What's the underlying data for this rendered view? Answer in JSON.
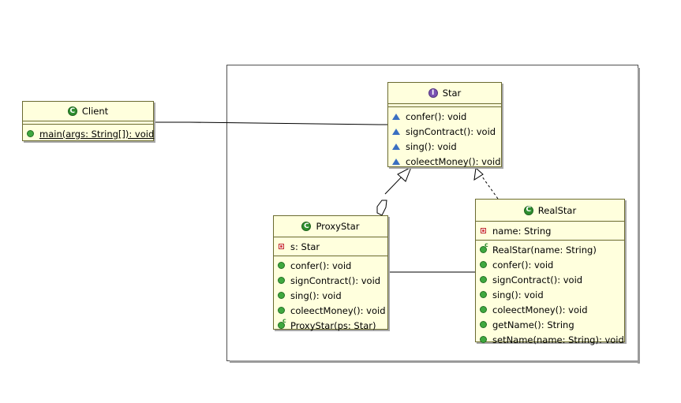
{
  "colors": {
    "class_fill": "#ffffdd",
    "class_border": "#6b6b30",
    "public_icon": "#3fa83f",
    "package_icon": "#3a6fc1",
    "private_icon": "#c02b2b",
    "class_badge": "#2f8f2f",
    "interface_badge": "#7a52b3"
  },
  "client": {
    "name": "Client",
    "badge_letter": "C",
    "methods": [
      {
        "text": "main(args: String[]): void",
        "icon": "public-method-icon"
      }
    ]
  },
  "star": {
    "name": "Star",
    "badge_letter": "I",
    "methods": [
      {
        "text": "confer(): void",
        "icon": "package-method-icon"
      },
      {
        "text": "signContract(): void",
        "icon": "package-method-icon"
      },
      {
        "text": "sing(): void",
        "icon": "package-method-icon"
      },
      {
        "text": "coleectMoney(): void",
        "icon": "package-method-icon"
      }
    ]
  },
  "proxy_star": {
    "name": "ProxyStar",
    "badge_letter": "C",
    "fields": [
      {
        "text": "s: Star",
        "icon": "private-field-icon"
      }
    ],
    "methods": [
      {
        "text": "confer(): void",
        "icon": "public-method-icon"
      },
      {
        "text": "signContract(): void",
        "icon": "public-method-icon"
      },
      {
        "text": "sing(): void",
        "icon": "public-method-icon"
      },
      {
        "text": "coleectMoney(): void",
        "icon": "public-method-icon"
      },
      {
        "text": "ProxyStar(ps: Star)",
        "icon": "constructor-icon"
      }
    ]
  },
  "real_star": {
    "name": "RealStar",
    "badge_letter": "C",
    "fields": [
      {
        "text": "name: String",
        "icon": "private-field-icon"
      }
    ],
    "methods": [
      {
        "text": "RealStar(name: String)",
        "icon": "constructor-icon"
      },
      {
        "text": "confer(): void",
        "icon": "public-method-icon"
      },
      {
        "text": "signContract(): void",
        "icon": "public-method-icon"
      },
      {
        "text": "sing(): void",
        "icon": "public-method-icon"
      },
      {
        "text": "coleectMoney(): void",
        "icon": "public-method-icon"
      },
      {
        "text": "getName(): String",
        "icon": "public-method-icon"
      },
      {
        "text": "setName(name: String): void",
        "icon": "public-method-icon"
      }
    ]
  }
}
